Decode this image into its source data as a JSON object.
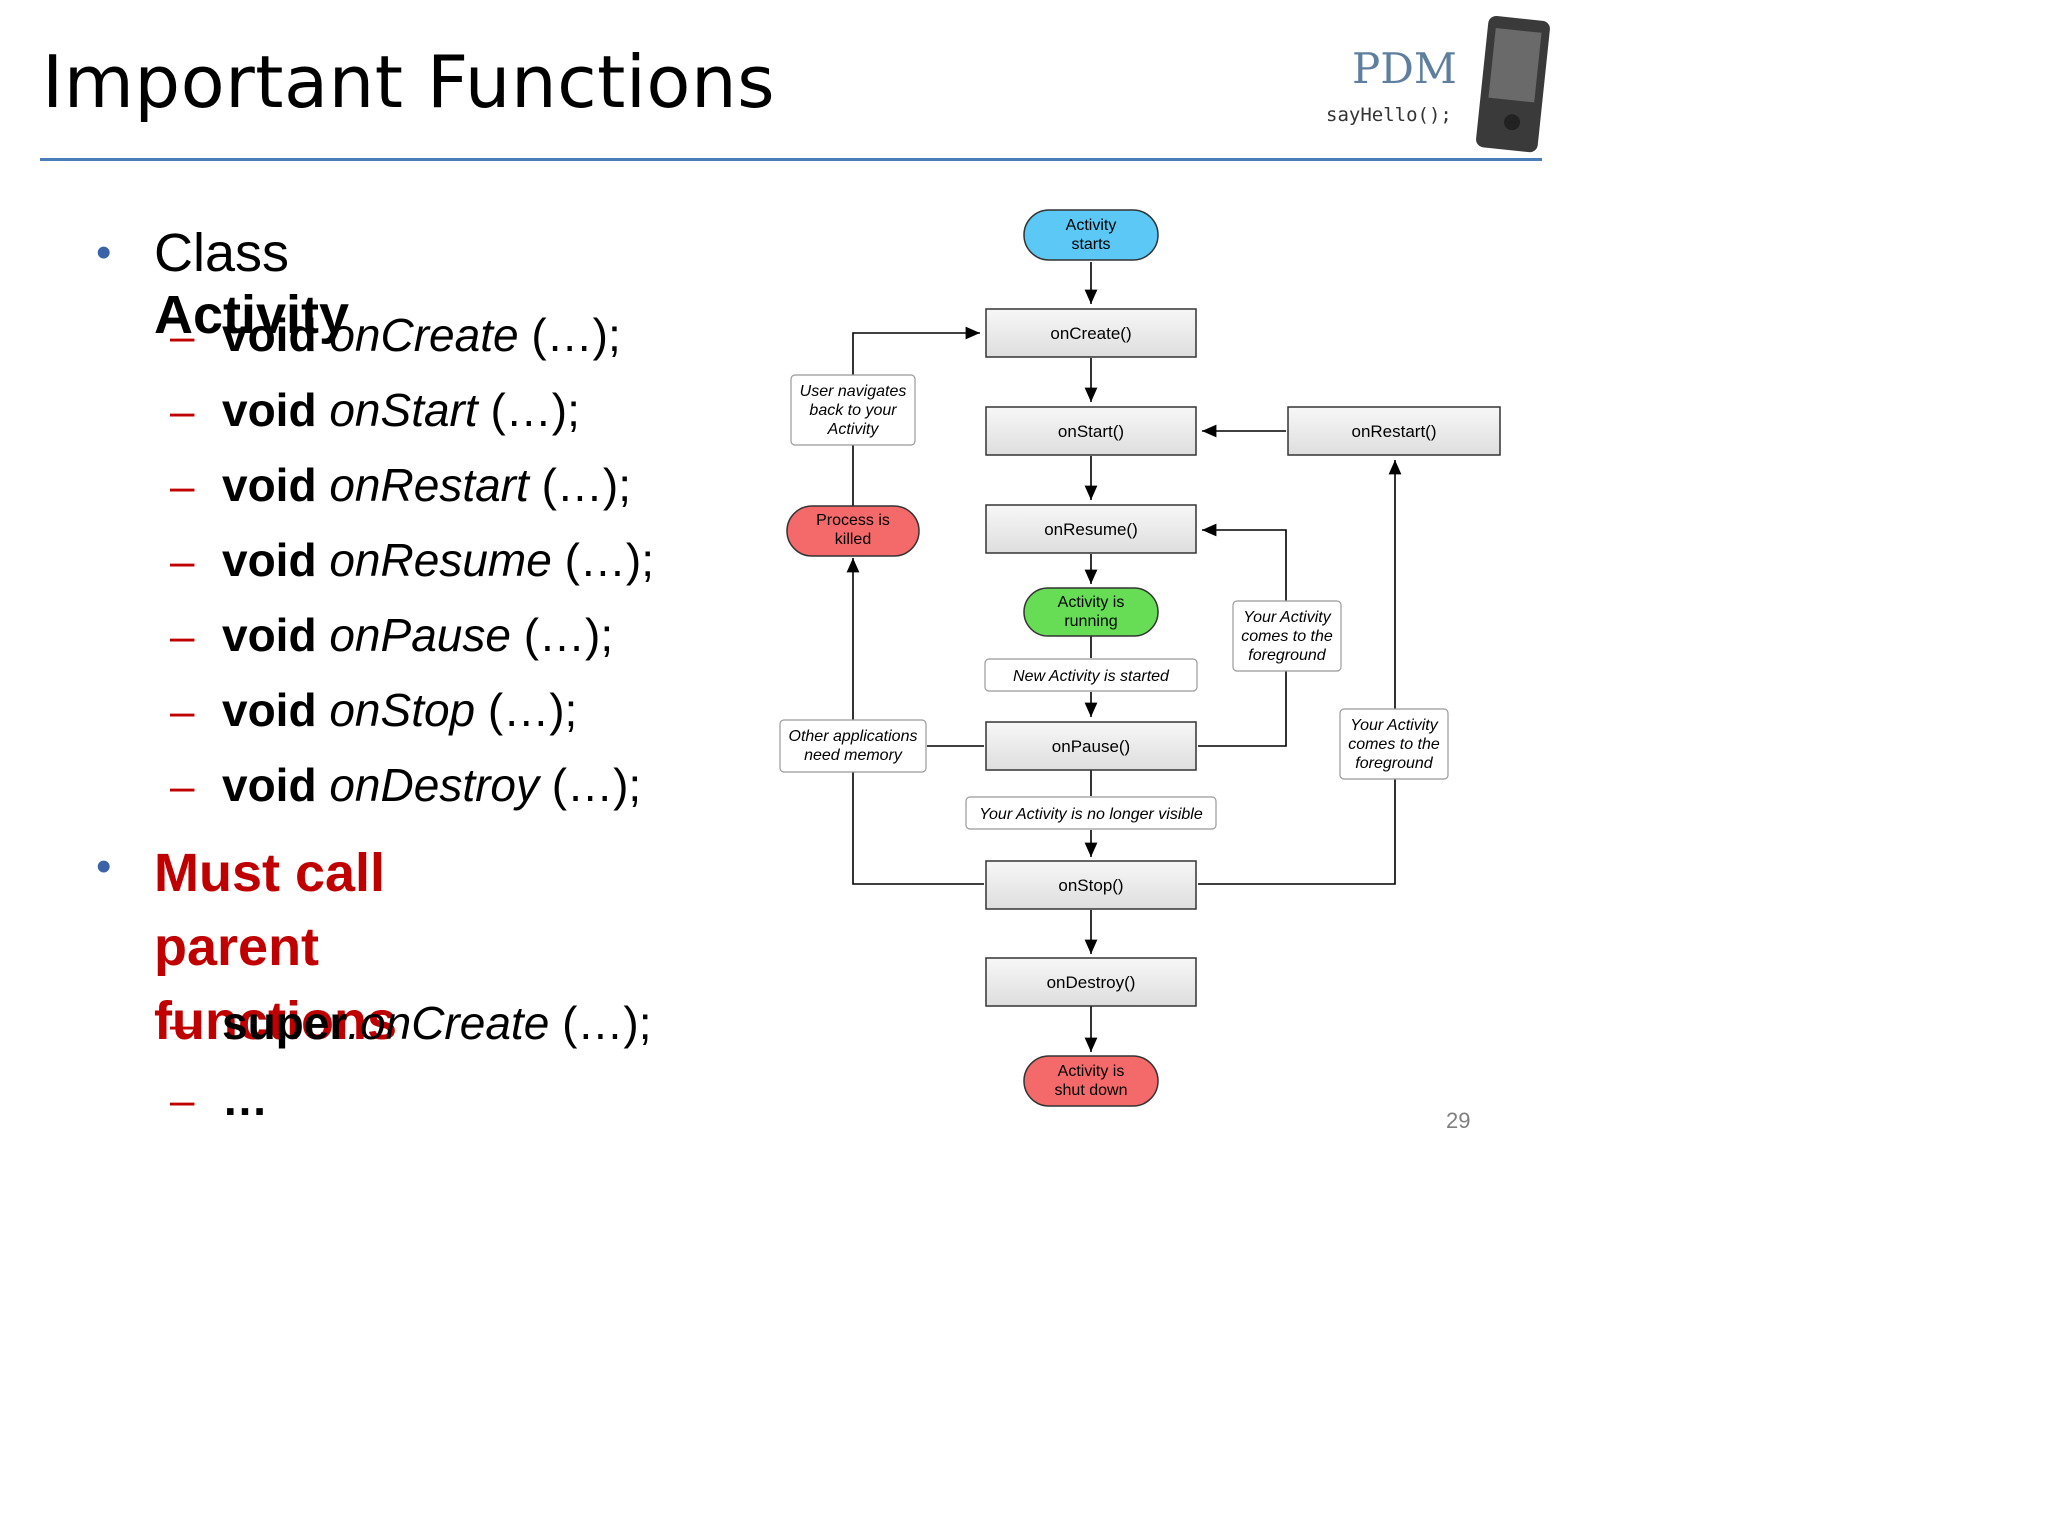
{
  "slide": {
    "title": "Important Functions",
    "logo_text": "PDM",
    "logo_sub": "sayHello();",
    "page_number": "29"
  },
  "bullets": {
    "class_prefix": "Class",
    "class_name": "Activity",
    "methods": [
      {
        "kw": "void",
        "name": "onCreate",
        "args": "(…);"
      },
      {
        "kw": "void",
        "name": "onStart",
        "args": "(…);"
      },
      {
        "kw": "void",
        "name": "onRestart",
        "args": "(…);"
      },
      {
        "kw": "void",
        "name": "onResume",
        "args": "(…);"
      },
      {
        "kw": "void",
        "name": "onPause",
        "args": "(…);"
      },
      {
        "kw": "void",
        "name": "onStop",
        "args": "(…);"
      },
      {
        "kw": "void",
        "name": "onDestroy",
        "args": "(…);"
      }
    ],
    "must_call_line1": "Must call parent",
    "must_call_line2": "functions",
    "super_kw": "super",
    "super_call": ".onCreate",
    "super_args": "(…);",
    "ellipsis": "…"
  },
  "diagram": {
    "activity_starts_1": "Activity",
    "activity_starts_2": "starts",
    "on_create": "onCreate()",
    "on_start": "onStart()",
    "on_restart": "onRestart()",
    "on_resume": "onResume()",
    "running_1": "Activity is",
    "running_2": "running",
    "new_activity": "New Activity is started",
    "on_pause": "onPause()",
    "no_longer_visible": "Your Activity is no longer visible",
    "on_stop": "onStop()",
    "on_destroy": "onDestroy()",
    "shut_down_1": "Activity is",
    "shut_down_2": "shut down",
    "killed_1": "Process is",
    "killed_2": "killed",
    "user_nav_1": "User navigates",
    "user_nav_2": "back to your",
    "user_nav_3": "Activity",
    "other_apps_1": "Other applications",
    "other_apps_2": "need memory",
    "fg1_1": "Your Activity",
    "fg1_2": "comes to the",
    "fg1_3": "foreground",
    "fg2_1": "Your Activity",
    "fg2_2": "comes to the",
    "fg2_3": "foreground"
  },
  "colors": {
    "start_fill": "#5bc8f5",
    "running_fill": "#66dd55",
    "end_fill": "#f46a6a",
    "accent_rule": "#4a7ebb",
    "red_text": "#c00000"
  }
}
